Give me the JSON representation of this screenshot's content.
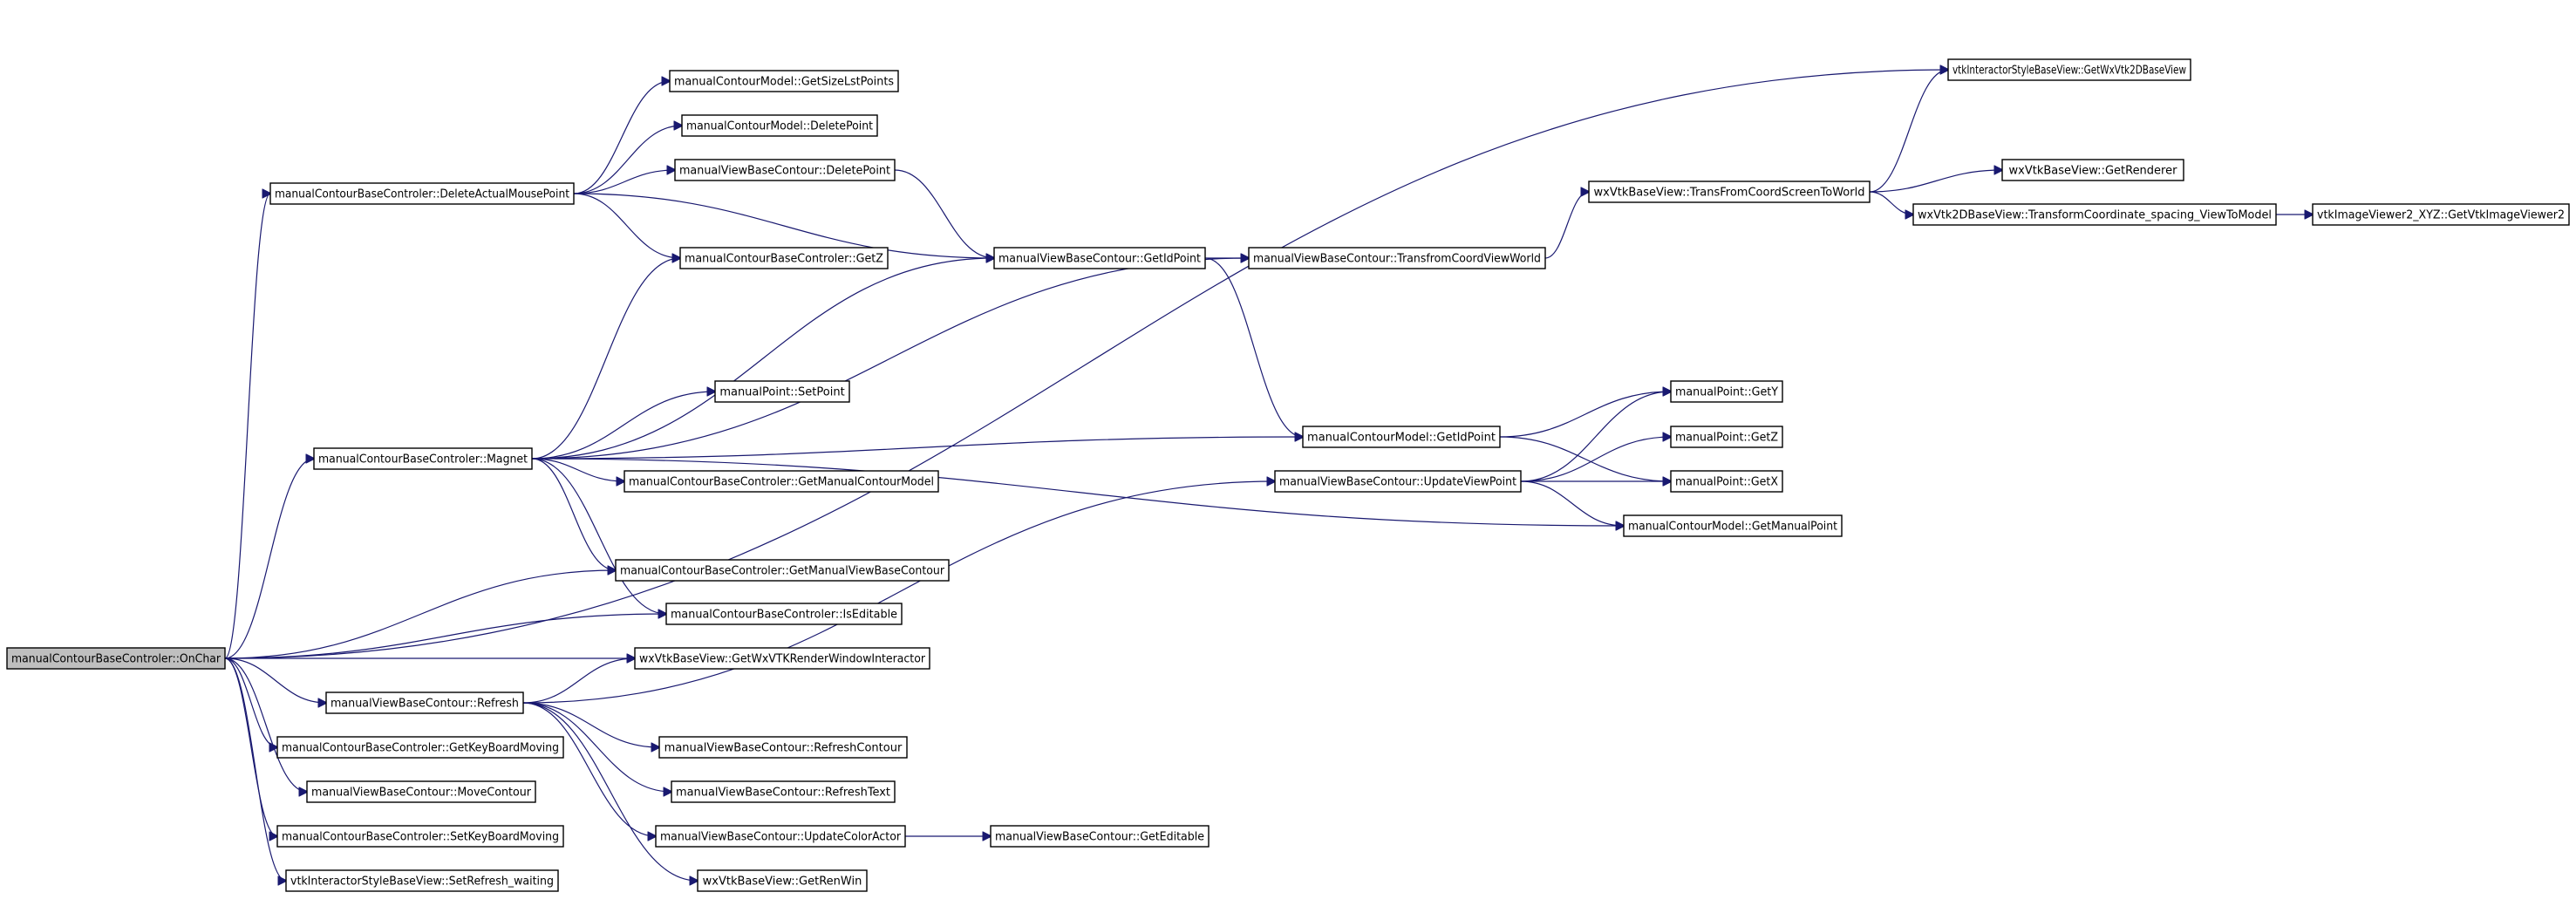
{
  "graph": {
    "root": "manualContourBaseControler::OnChar",
    "nodes": [
      {
        "id": "n0",
        "label": "manualContourBaseControler::OnChar",
        "root": true
      },
      {
        "id": "n1",
        "label": "manualContourBaseControler::DeleteActualMousePoint"
      },
      {
        "id": "n2",
        "label": "manualContourModel::GetSizeLstPoints"
      },
      {
        "id": "n3",
        "label": "manualContourModel::DeletePoint"
      },
      {
        "id": "n4",
        "label": "manualViewBaseContour::DeletePoint"
      },
      {
        "id": "n5",
        "label": "manualContourBaseControler::GetZ"
      },
      {
        "id": "n6",
        "label": "manualViewBaseContour::GetIdPoint"
      },
      {
        "id": "n7",
        "label": "manualViewBaseContour::TransfromCoordViewWorld"
      },
      {
        "id": "n8",
        "label": "wxVtkBaseView::TransFromCoordScreenToWorld"
      },
      {
        "id": "n9",
        "label": "vtkInteractorStyleBaseView::GetWxVtk2DBaseView"
      },
      {
        "id": "n10",
        "label": "wxVtkBaseView::GetRenderer"
      },
      {
        "id": "n11",
        "label": "wxVtk2DBaseView::TransformCoordinate_spacing_ViewToModel"
      },
      {
        "id": "n12",
        "label": "vtkImageViewer2_XYZ::GetVtkImageViewer2"
      },
      {
        "id": "n13",
        "label": "manualPoint::SetPoint"
      },
      {
        "id": "n14",
        "label": "manualContourBaseControler::Magnet"
      },
      {
        "id": "n15",
        "label": "manualContourModel::GetIdPoint"
      },
      {
        "id": "n16",
        "label": "manualPoint::GetY"
      },
      {
        "id": "n17",
        "label": "manualPoint::GetZ"
      },
      {
        "id": "n18",
        "label": "manualPoint::GetX"
      },
      {
        "id": "n19",
        "label": "manualContourBaseControler::GetManualContourModel"
      },
      {
        "id": "n20",
        "label": "manualViewBaseContour::UpdateViewPoint"
      },
      {
        "id": "n21",
        "label": "manualContourModel::GetManualPoint"
      },
      {
        "id": "n22",
        "label": "manualContourBaseControler::GetManualViewBaseContour"
      },
      {
        "id": "n23",
        "label": "manualContourBaseControler::IsEditable"
      },
      {
        "id": "n24",
        "label": "wxVtkBaseView::GetWxVTKRenderWindowInteractor"
      },
      {
        "id": "n25",
        "label": "manualViewBaseContour::Refresh"
      },
      {
        "id": "n26",
        "label": "manualContourBaseControler::GetKeyBoardMoving"
      },
      {
        "id": "n27",
        "label": "manualViewBaseContour::RefreshContour"
      },
      {
        "id": "n28",
        "label": "manualViewBaseContour::MoveContour"
      },
      {
        "id": "n29",
        "label": "manualViewBaseContour::RefreshText"
      },
      {
        "id": "n30",
        "label": "manualContourBaseControler::SetKeyBoardMoving"
      },
      {
        "id": "n31",
        "label": "manualViewBaseContour::UpdateColorActor"
      },
      {
        "id": "n32",
        "label": "manualViewBaseContour::GetEditable"
      },
      {
        "id": "n33",
        "label": "vtkInteractorStyleBaseView::SetRefresh_waiting"
      },
      {
        "id": "n34",
        "label": "wxVtkBaseView::GetRenWin"
      }
    ],
    "edges": [
      [
        "n0",
        "n1"
      ],
      [
        "n0",
        "n9"
      ],
      [
        "n0",
        "n14"
      ],
      [
        "n0",
        "n22"
      ],
      [
        "n0",
        "n23"
      ],
      [
        "n0",
        "n24"
      ],
      [
        "n0",
        "n25"
      ],
      [
        "n0",
        "n26"
      ],
      [
        "n0",
        "n28"
      ],
      [
        "n0",
        "n30"
      ],
      [
        "n0",
        "n33"
      ],
      [
        "n1",
        "n2"
      ],
      [
        "n1",
        "n3"
      ],
      [
        "n1",
        "n4"
      ],
      [
        "n1",
        "n5"
      ],
      [
        "n1",
        "n6"
      ],
      [
        "n4",
        "n6"
      ],
      [
        "n6",
        "n7"
      ],
      [
        "n6",
        "n15"
      ],
      [
        "n7",
        "n8"
      ],
      [
        "n8",
        "n9"
      ],
      [
        "n8",
        "n10"
      ],
      [
        "n8",
        "n11"
      ],
      [
        "n11",
        "n12"
      ],
      [
        "n14",
        "n5"
      ],
      [
        "n14",
        "n6"
      ],
      [
        "n14",
        "n7"
      ],
      [
        "n14",
        "n13"
      ],
      [
        "n14",
        "n15"
      ],
      [
        "n14",
        "n19"
      ],
      [
        "n14",
        "n21"
      ],
      [
        "n14",
        "n22"
      ],
      [
        "n14",
        "n23"
      ],
      [
        "n15",
        "n16"
      ],
      [
        "n15",
        "n18"
      ],
      [
        "n20",
        "n16"
      ],
      [
        "n20",
        "n17"
      ],
      [
        "n20",
        "n18"
      ],
      [
        "n20",
        "n21"
      ],
      [
        "n25",
        "n20"
      ],
      [
        "n25",
        "n24"
      ],
      [
        "n25",
        "n27"
      ],
      [
        "n25",
        "n29"
      ],
      [
        "n25",
        "n31"
      ],
      [
        "n25",
        "n34"
      ],
      [
        "n31",
        "n32"
      ]
    ]
  }
}
